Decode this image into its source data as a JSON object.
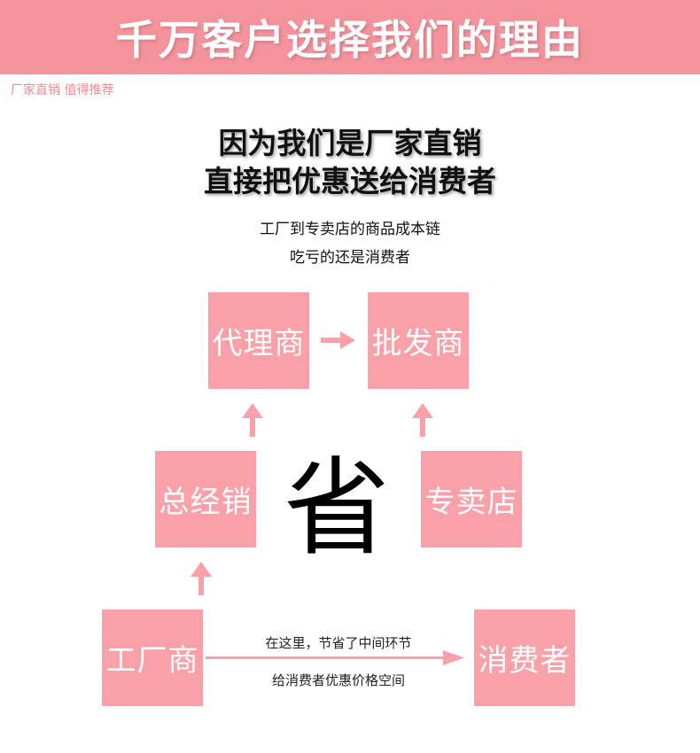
{
  "banner": {
    "title": "千万客户选择我们的理由"
  },
  "tagline": "厂家直销 值得推荐",
  "headline": {
    "line1": "因为我们是厂家直销",
    "line2": "直接把优惠送给消费者"
  },
  "description": {
    "line1": "工厂到专卖店的商品成本链",
    "line2": "吃亏的还是消费者"
  },
  "chain": {
    "agent": "代理商",
    "wholesaler": "批发商",
    "distributor": "总经销",
    "store": "专卖店",
    "factory": "工厂商",
    "consumer": "消费者"
  },
  "center_char": "省",
  "direct_note": {
    "line1": "在这里，节省了中间环节",
    "line2": "给消费者优惠价格空间"
  },
  "colors": {
    "accent": "#f5939d",
    "box": "#f9a0a8",
    "tagline": "#f08a96"
  },
  "icons": [
    "arrow-right-icon",
    "arrow-up-icon"
  ]
}
